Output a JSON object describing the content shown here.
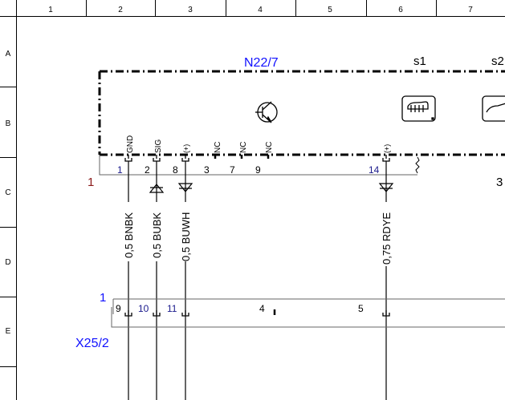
{
  "ruler": {
    "columns": [
      "1",
      "2",
      "3",
      "4",
      "5",
      "6",
      "7"
    ],
    "rows": [
      "A",
      "B",
      "C",
      "D",
      "E"
    ]
  },
  "component": {
    "name": "N22/7",
    "switches": [
      "s1",
      "s2"
    ],
    "icons": [
      "transistor-icon",
      "rear-defroster-icon",
      "car-icon"
    ],
    "connector_label": "1",
    "right_ref": "3",
    "pins": [
      {
        "signal": "GND",
        "number": "1"
      },
      {
        "signal": "SIG",
        "number": "2"
      },
      {
        "signal": "(+)",
        "number": "8"
      },
      {
        "signal": "NC",
        "number": "3"
      },
      {
        "signal": "NC",
        "number": "7"
      },
      {
        "signal": "NC",
        "number": "9"
      },
      {
        "signal": "(+)",
        "number": "14"
      }
    ]
  },
  "wires": [
    "0,5 BNBK",
    "0,5 BUBK",
    "0,5 BUWH",
    "0,75 RDYE"
  ],
  "connector": {
    "name": "X25/2",
    "label": "1",
    "pins": [
      "9",
      "10",
      "11",
      "4",
      "5"
    ]
  },
  "colors": {
    "component_label": "#1010ff",
    "connector_ref": "#8b1a1a"
  }
}
